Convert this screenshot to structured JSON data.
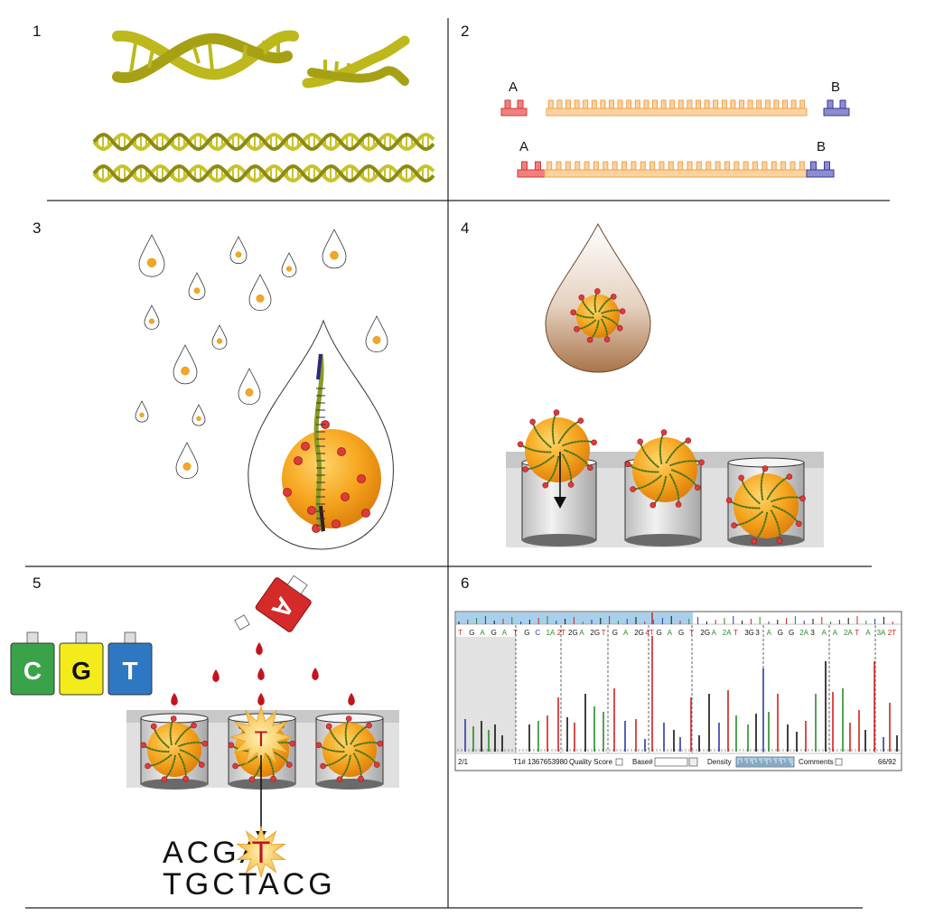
{
  "panels": [
    {
      "number": "1"
    },
    {
      "number": "2",
      "adapter_a": "A",
      "adapter_b": "B",
      "adapter_a2": "A",
      "adapter_b2": "B"
    },
    {
      "number": "3"
    },
    {
      "number": "4"
    },
    {
      "number": "5",
      "bottles": [
        "C",
        "G",
        "T"
      ],
      "drop_bottle": "A",
      "well_signal": "T",
      "seq_top": "ACGA",
      "seq_top_signal": "T",
      "seq_bottom": "TGCTACG"
    },
    {
      "number": "6",
      "footer": {
        "left": "2/1",
        "trace_id": "T1# 1367653980",
        "quality": "Quality Score",
        "base": "Base#",
        "density": "Density",
        "comments": "Comments",
        "right": "66/92"
      },
      "base_calls": [
        "T",
        "G",
        "A",
        "G",
        "A",
        "T",
        "G",
        "C",
        "1A",
        "2T",
        "2G",
        "A",
        "2G",
        "T",
        "G",
        "A",
        "2G",
        "4T",
        "G",
        "A",
        "G",
        "T",
        "2G",
        "A",
        "2A",
        "T",
        "3G",
        "3",
        "A",
        "G",
        "G",
        "2A",
        "3",
        "A",
        "A",
        "2A",
        "T",
        "A",
        "3A",
        "2T"
      ]
    }
  ],
  "colors": {
    "dna": "#c8c22a",
    "dna_dark": "#8d8a12",
    "adapter_a": "#d43a3a",
    "adapter_b": "#3a3a9a",
    "insert": "#f2a04a",
    "bead": "#f2a41c",
    "bead_dot": "#e03a3a",
    "c_bottle": "#3aa34a",
    "g_bottle": "#f3ec1a",
    "t_bottle": "#2e78c2",
    "a_bottle": "#d42a2a",
    "trace_red": "#d42020",
    "trace_green": "#2a8a2a",
    "trace_blue": "#2a3aa8",
    "trace_black": "#111111",
    "trace_header": "#a8d0ec"
  },
  "icons": [
    "dna-helix-icon",
    "droplet-icon",
    "bead-icon",
    "bottle-icon",
    "starburst-icon"
  ]
}
